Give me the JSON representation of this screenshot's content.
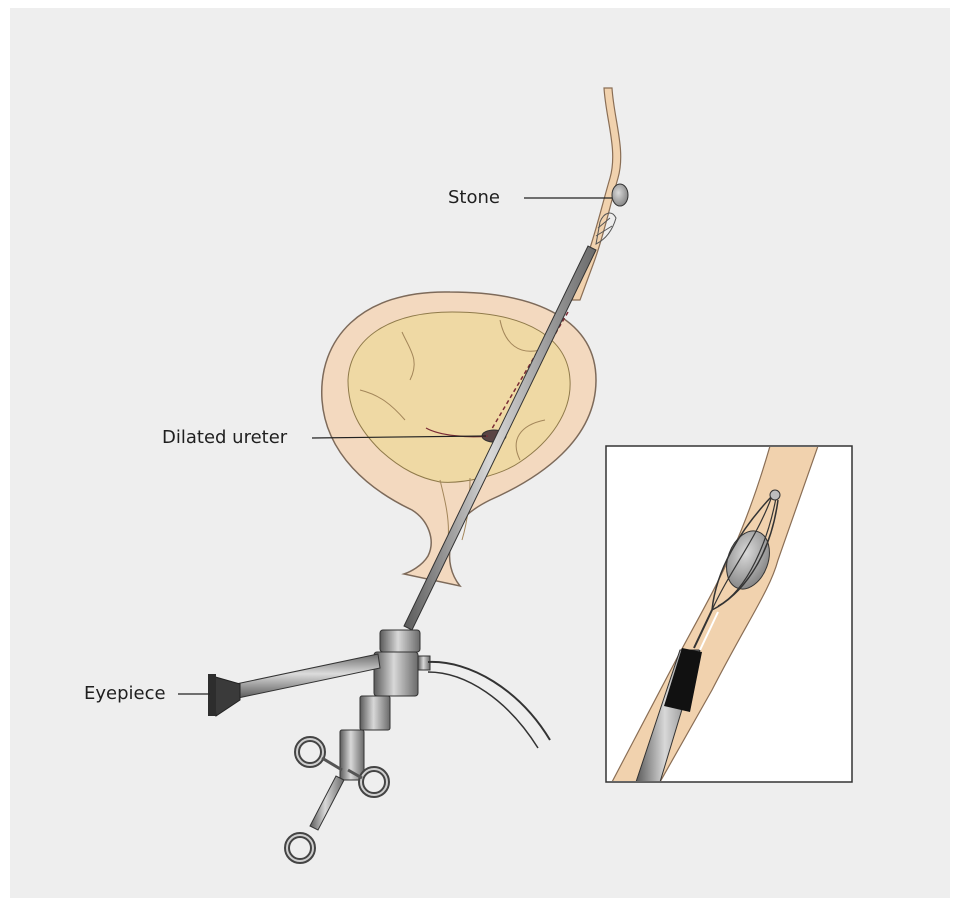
{
  "figure": {
    "labels": {
      "stone": "Stone",
      "dilated_ureter": "Dilated ureter",
      "eyepiece": "Eyepiece"
    },
    "colors": {
      "paper": "#eeeeee",
      "bladder_wall": "#f3d9bf",
      "bladder_lumen": "#efd9a4",
      "ureter": "#f1d2ae",
      "metal": "#8c8c8c",
      "outline": "#3a3a3a"
    },
    "icons": [
      "bladder-shape",
      "ureteroscope",
      "stone-basket-inset",
      "eyepiece-icon",
      "finger-ring-icon"
    ]
  }
}
